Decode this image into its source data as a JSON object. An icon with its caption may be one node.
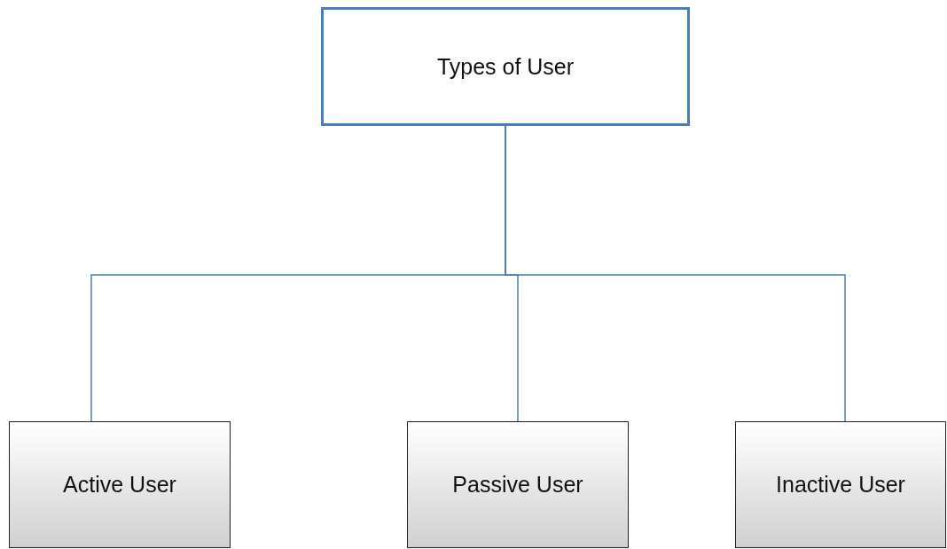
{
  "diagram": {
    "nodes": [
      {
        "text": [
          "Types of User"
        ]
      },
      {
        "text": [
          "Active User"
        ]
      },
      {
        "text": [
          "Passive User"
        ]
      },
      {
        "text": [
          "Inactive User"
        ]
      }
    ],
    "edges": [
      {
        "from": 0,
        "to": 1,
        "arrow": "none"
      },
      {
        "from": 0,
        "to": 2,
        "arrow": "none"
      },
      {
        "from": 0,
        "to": 3,
        "arrow": "none"
      }
    ]
  }
}
